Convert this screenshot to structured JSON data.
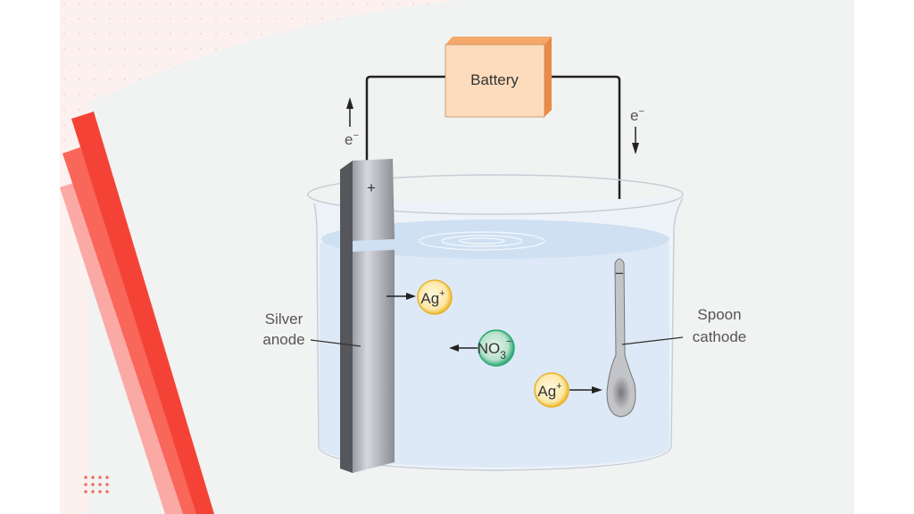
{
  "diagram": {
    "battery_label": "Battery",
    "electron_left": "e",
    "electron_right": "e",
    "electron_charge": "−",
    "anode_sign": "+",
    "cathode_sign": "−",
    "anode_label_line1": "Silver",
    "anode_label_line2": "anode",
    "cathode_label_line1": "Spoon",
    "cathode_label_line2": "cathode",
    "ion_ag": "Ag",
    "ion_ag_charge": "+",
    "ion_no3": "NO",
    "ion_no3_sub": "3",
    "ion_no3_charge": "−"
  },
  "colors": {
    "accent_red": "#f44336",
    "battery": "#fcd9b8",
    "water": "#dde9f6",
    "ag_ion": "#f7c948",
    "no3_ion": "#2aa876"
  }
}
